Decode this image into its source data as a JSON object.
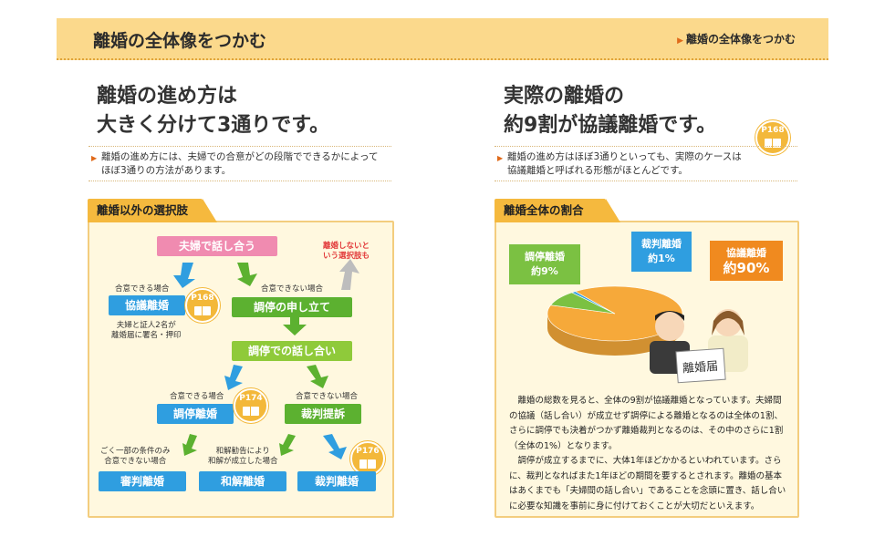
{
  "header": {
    "title": "離婚の全体像をつかむ",
    "breadcrumb": "離婚の全体像をつかむ"
  },
  "left": {
    "headline_line1": "離婚の進め方は",
    "headline_line2": "大きく分けて3通りです。",
    "lead_line1": "離婚の進め方には、夫婦での合意がどの段階でできるかによって",
    "lead_line2": "ほぼ3通りの方法があります。",
    "panel_title": "離婚以外の選択肢",
    "flow": {
      "start": "夫婦で話し合う",
      "not_divorce_line1": "離婚しないと",
      "not_divorce_line2": "いう選択肢も",
      "agree_label": "合意できる場合",
      "disagree_label": "合意できない場合",
      "kyogi": "協議離婚",
      "kyogi_note_line1": "夫婦と証人2名が",
      "kyogi_note_line2": "離婚届に署名・押印",
      "chotei_apply": "調停の申し立て",
      "chotei_talk": "調停での話し合い",
      "agree_label_2": "合意できる場合",
      "disagree_label_2": "合意できない場合",
      "chotei_rikon": "調停離婚",
      "saiban_teiso": "裁判提訴",
      "shinpan_note_line1": "ごく一部の条件のみ",
      "shinpan_note_line2": "合意できない場合",
      "wakai_note_line1": "和解勧告により",
      "wakai_note_line2": "和解が成立した場合",
      "shinpan": "審判離婚",
      "wakai": "和解離婚",
      "saiban": "裁判離婚",
      "ref_kyogi": "P168",
      "ref_chotei": "P174",
      "ref_saiban": "P176"
    }
  },
  "right": {
    "headline_line1": "実際の離婚の",
    "headline_line2": "約9割が協議離婚です。",
    "ref_top": "P168",
    "lead_line1": "離婚の進め方はほぼ3通りといっても、実際のケースは",
    "lead_line2": "協議離婚と呼ばれる形態がほとんどです。",
    "panel_title": "離婚全体の割合",
    "document_label": "離婚届",
    "callouts": {
      "chotei_name": "調停離婚",
      "chotei_pct": "約9%",
      "saiban_name": "裁判離婚",
      "saiban_pct": "約1%",
      "kyogi_name": "協議離婚",
      "kyogi_pct": "約90%"
    },
    "paragraph1": "離婚の総数を見ると、全体の9割が協議離婚となっています。夫婦間の協議（話し合い）が成立せず調停による離婚となるのは全体の1割、さらに調停でも決着がつかず離婚裁判となるのは、その中のさらに1割（全体の1%）となります。",
    "paragraph2": "調停が成立するまでに、大体1年ほどかかるといわれています。さらに、裁判となればまた1年ほどの期間を要するとされます。離婚の基本はあくまでも「夫婦間の話し合い」であることを念頭に置き、話し合いに必要な知識を事前に身に付けておくことが大切だといえます。"
  },
  "chart_data": {
    "type": "pie",
    "categories": [
      "協議離婚",
      "調停離婚",
      "裁判離婚"
    ],
    "values": [
      90,
      9,
      1
    ],
    "colors": [
      "#f6a93a",
      "#7bc142",
      "#2f9ee0"
    ]
  }
}
